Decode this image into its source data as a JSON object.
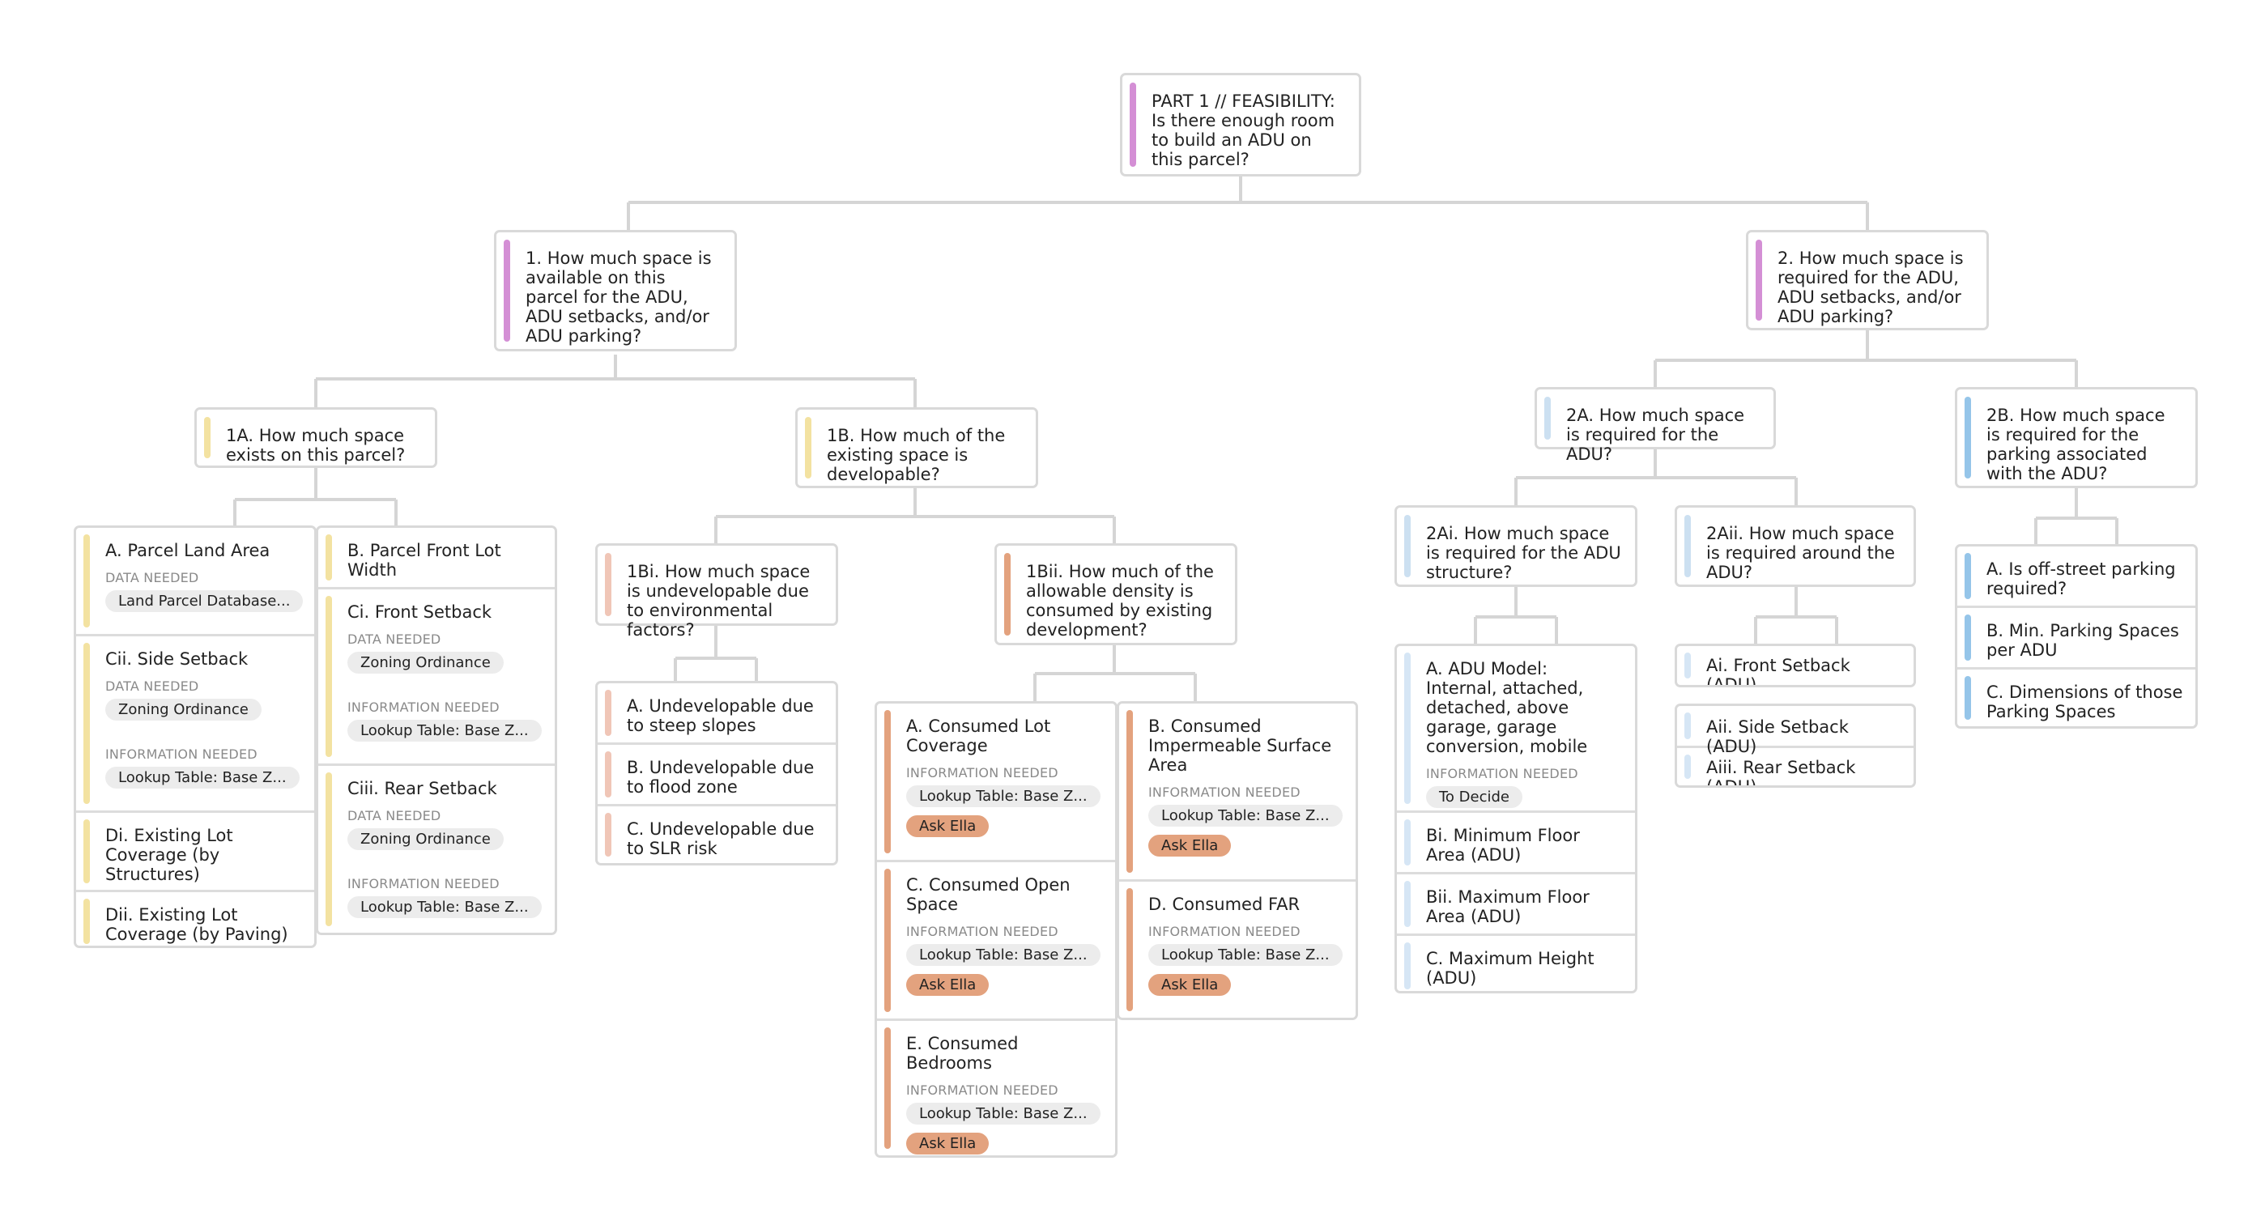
{
  "colors": {
    "pink": "#d48fd5",
    "yellow": "#f3e2a1",
    "peach": "#f0c6b7",
    "orange": "#e3a27e",
    "light_blue": "#cce0f1",
    "blue": "#95c5e9",
    "connector": "#d5d5d5"
  },
  "labels": {
    "data_needed": "DATA NEEDED",
    "information_needed": "INFORMATION NEEDED"
  },
  "root": {
    "title": "PART 1 // FEASIBILITY: Is there enough room to build an ADU on this parcel?"
  },
  "q1": {
    "title": "1. How much space is available on this parcel for the ADU, ADU setbacks, and/or ADU parking?",
    "q1a": {
      "title": "1A. How much space exists on this parcel?",
      "left_stack": [
        {
          "title": "A. Parcel Land Area",
          "data_needed": "Land Parcel Database..."
        },
        {
          "title": "Cii. Side Setback",
          "data_needed": "Zoning Ordinance",
          "information_needed": "Lookup Table: Base Z..."
        },
        {
          "title": "Di. Existing Lot Coverage (by Structures)"
        },
        {
          "title": "Dii. Existing Lot Coverage (by Paving)"
        }
      ],
      "right_stack": [
        {
          "title": "B. Parcel Front Lot Width"
        },
        {
          "title": "Ci. Front Setback",
          "data_needed": "Zoning Ordinance",
          "information_needed": "Lookup Table: Base Z..."
        },
        {
          "title": "Ciii. Rear Setback",
          "data_needed": "Zoning Ordinance",
          "information_needed": "Lookup Table: Base Z..."
        }
      ]
    },
    "q1b": {
      "title": "1B. How much of the existing space is developable?",
      "q1bi": {
        "title": "1Bi. How much space is undevelopable due to environmental factors?",
        "stack": [
          {
            "title": "A. Undevelopable due to steep slopes"
          },
          {
            "title": "B. Undevelopable due to flood zone"
          },
          {
            "title": "C. Undevelopable due to SLR risk"
          }
        ]
      },
      "q1bii": {
        "title": "1Bii. How much of the allowable density is consumed by existing development?",
        "left_stack": [
          {
            "title": "A. Consumed Lot Coverage",
            "information_needed": "Lookup Table: Base Z...",
            "tag": "Ask Ella"
          },
          {
            "title": "C. Consumed Open Space",
            "information_needed": "Lookup Table: Base Z...",
            "tag": "Ask Ella"
          },
          {
            "title": "E. Consumed Bedrooms",
            "information_needed": "Lookup Table: Base Z...",
            "tag": "Ask Ella"
          }
        ],
        "right_stack": [
          {
            "title": "B. Consumed Impermeable Surface Area",
            "information_needed": "Lookup Table: Base Z...",
            "tag": "Ask Ella"
          },
          {
            "title": "D. Consumed FAR",
            "information_needed": "Lookup Table: Base Z...",
            "tag": "Ask Ella"
          }
        ]
      }
    }
  },
  "q2": {
    "title": "2. How much space is required for the ADU, ADU setbacks, and/or ADU parking?",
    "q2a": {
      "title": "2A. How much space is required for the ADU?",
      "q2ai": {
        "title": "2Ai. How much space is required for the ADU structure?",
        "stack": [
          {
            "title": "A. ADU Model: Internal, attached, detached, above garage, garage conversion, mobile",
            "information_needed": "To Decide"
          },
          {
            "title": "Bi. Minimum Floor Area (ADU)"
          },
          {
            "title": "Bii. Maximum Floor Area (ADU)"
          },
          {
            "title": "C. Maximum Height (ADU)"
          }
        ]
      },
      "q2aii": {
        "title": "2Aii. How much space is required around the ADU?",
        "top_stack": [
          {
            "title": "Ai. Front Setback (ADU)"
          }
        ],
        "bottom_stack": [
          {
            "title": "Aii. Side Setback (ADU)"
          },
          {
            "title": "Aiii. Rear Setback (ADU)"
          }
        ]
      }
    },
    "q2b": {
      "title": "2B. How much space is required for the parking associated with the ADU?",
      "stack": [
        {
          "title": "A. Is off-street parking required?"
        },
        {
          "title": "B. Min. Parking Spaces per ADU"
        },
        {
          "title": "C. Dimensions of those Parking Spaces"
        }
      ]
    }
  }
}
